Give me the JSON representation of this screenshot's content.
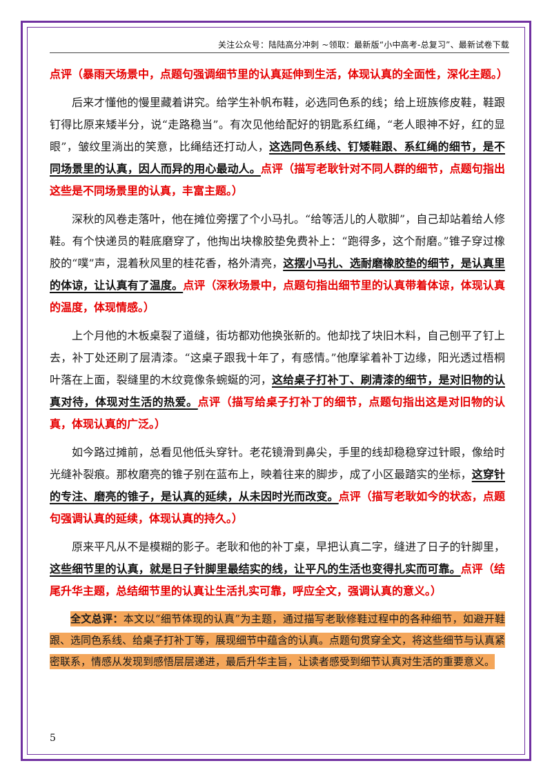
{
  "header": {
    "text": "关注公众号：陆陆高分冲刺 ~领取：最新版“小中高考-总复习”、最新试卷下载"
  },
  "p1": {
    "comment": "点评（暴雨天场景中，点题句强调细节里的认真延伸到生活，体现认真的全面性，深化主题。）"
  },
  "p2": {
    "text": "后来才懂他的慢里藏着讲究。给学生补帆布鞋，必选同色系的线；给上班族修皮鞋，鞋跟钉得比原来矮半分，说“走路稳当”。有次见他给配好的钥匙系红绳，“老人眼神不好，红的显眼”，皱纹里淌出的笑意，比绳结还打动人，",
    "key": "这选同色系线、钉矮鞋跟、系红绳的细节，是不同场景里的认真，因人而异的用心最动人。",
    "comment": "点评（描写老耿针对不同人群的细节，点题句指出这些是不同场景里的认真，丰富主题。）"
  },
  "p3": {
    "text": "深秋的风卷走落叶，他在摊位旁摆了个小马扎。“给等活儿的人歇脚”，自己却站着给人修鞋。有个快递员的鞋底磨穿了，他掏出块橡胶垫免费补上：“跑得多，这个耐磨。”锥子穿过橡胶的“噗”声，混着秋风里的桂花香，格外清亮，",
    "key": "这摆小马扎、选耐磨橡胶垫的细节，是认真里的体谅，让认真有了温度。",
    "comment": "点评（深秋场景中，点题句指出细节里的认真带着体谅，体现认真的温度，体现情感。）"
  },
  "p4": {
    "text": "上个月他的木板桌裂了道缝，街坊都劝他换张新的。他却找了块旧木料，自己刨平了钉上去，补丁处还刷了层清漆。“这桌子跟我十年了，有感情。”他摩挲着补丁边缘，阳光透过梧桐叶落在上面，裂缝里的木纹竟像条蜿蜒的河，",
    "key": "这给桌子打补丁、刷清漆的细节，是对旧物的认真对待，体现对生活的热爱。",
    "comment": "点评（描写给桌子打补丁的细节，点题句指出这是对旧物的认真，体现认真的广泛。）"
  },
  "p5": {
    "text": "如今路过摊前，总看见他低头穿针。老花镜滑到鼻尖，手里的线却稳稳穿过针眼，像给时光缝补裂痕。那枚磨亮的锥子别在蓝布上，映着往来的脚步，成了小区最踏实的坐标，",
    "key": "这穿针的专注、磨亮的锥子，是认真的延续，从未因时光而改变。",
    "comment": "点评（描写老耿如今的状态，点题句强调认真的延续，体现认真的持久。）"
  },
  "p6": {
    "text": "原来平凡从不是模糊的影子。老耿和他的补丁桌，早把认真二字，缝进了日子的针脚里，",
    "key": "这些细节里的认真，就是日子针脚里最结实的线，让平凡的生活也变得扎实而可靠。",
    "comment": "点评（结尾升华主题，总结细节里的认真让生活扎实可靠，呼应全文，强调认真的意义。）"
  },
  "summary": {
    "label": "全文总评：",
    "text": "本文以“细节体现的认真”为主题，通过描写老耿修鞋过程中的各种细节，如避开鞋跟、选同色系线、给桌子打补丁等，展现细节中蕴含的认真。点题句贯穿全文，将这些细节与认真紧密联系，情感从发现到感悟层层递进，最后升华主旨，让读者感受到细节认真对生活的重要意义。"
  },
  "page_number": "5",
  "colors": {
    "border": "#7030a0",
    "comment": "#e60000",
    "highlight": "#f4a65a"
  }
}
